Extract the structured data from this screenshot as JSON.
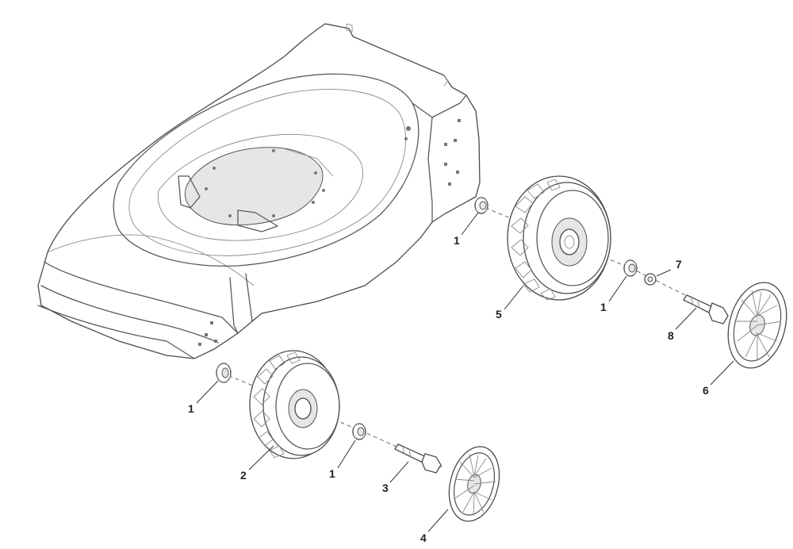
{
  "diagram": {
    "callouts": [
      {
        "id": "c1a",
        "label": "1"
      },
      {
        "id": "c1b",
        "label": "1"
      },
      {
        "id": "c1c",
        "label": "1"
      },
      {
        "id": "c1d",
        "label": "1"
      },
      {
        "id": "c2",
        "label": "2"
      },
      {
        "id": "c3",
        "label": "3"
      },
      {
        "id": "c4",
        "label": "4"
      },
      {
        "id": "c5",
        "label": "5"
      },
      {
        "id": "c6",
        "label": "6"
      },
      {
        "id": "c7",
        "label": "7"
      },
      {
        "id": "c8",
        "label": "8"
      }
    ]
  }
}
